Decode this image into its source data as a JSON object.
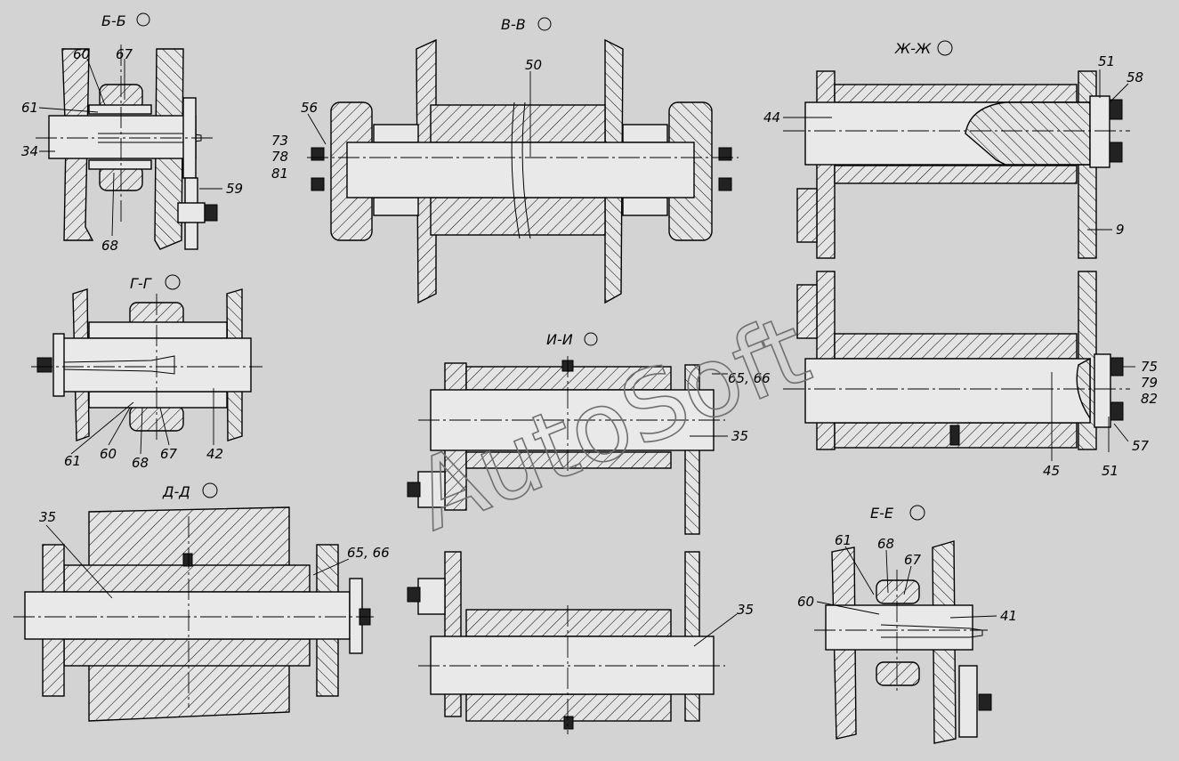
{
  "sections": {
    "bb": "Б-Б",
    "vv": "В-В",
    "zhzh": "Ж-Ж",
    "gg": "Г-Г",
    "ii": "И-И",
    "dd": "Д-Д",
    "ee": "Е-Е"
  },
  "callouts": {
    "bb": [
      "60",
      "67",
      "61",
      "34",
      "59",
      "68"
    ],
    "vv": [
      "50",
      "56",
      "73",
      "78",
      "81"
    ],
    "zhzh_top": [
      "51",
      "58",
      "44",
      "9"
    ],
    "gg": [
      "61",
      "60",
      "68",
      "67",
      "42"
    ],
    "ii": [
      "65, 66",
      "35"
    ],
    "zhzh_bottom": [
      "75",
      "79",
      "82",
      "57",
      "51",
      "45"
    ],
    "dd": [
      "35",
      "65, 66"
    ],
    "ii_bottom": [
      "35"
    ],
    "ee": [
      "61",
      "68",
      "67",
      "60",
      "41"
    ]
  },
  "watermark": "AutoSoft"
}
